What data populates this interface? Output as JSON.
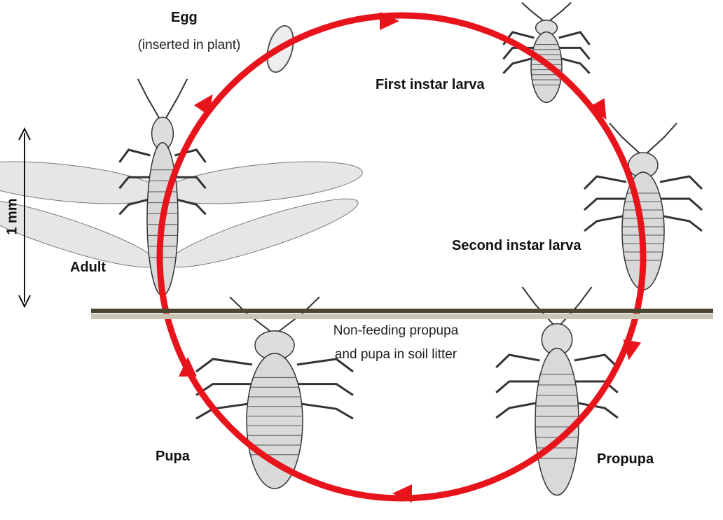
{
  "labels": {
    "egg": "Egg",
    "egg_note": "(inserted in plant)",
    "first_instar": "First instar larva",
    "second_instar": "Second instar larva",
    "adult": "Adult",
    "soil_line1": "Non-feeding propupa",
    "soil_line2": "and pupa in soil litter",
    "pupa": "Pupa",
    "propupa": "Propupa",
    "scale": "1 mm"
  },
  "colors": {
    "cycle": "#e8141c",
    "ground": "#4a4630",
    "insect": "#333333"
  }
}
